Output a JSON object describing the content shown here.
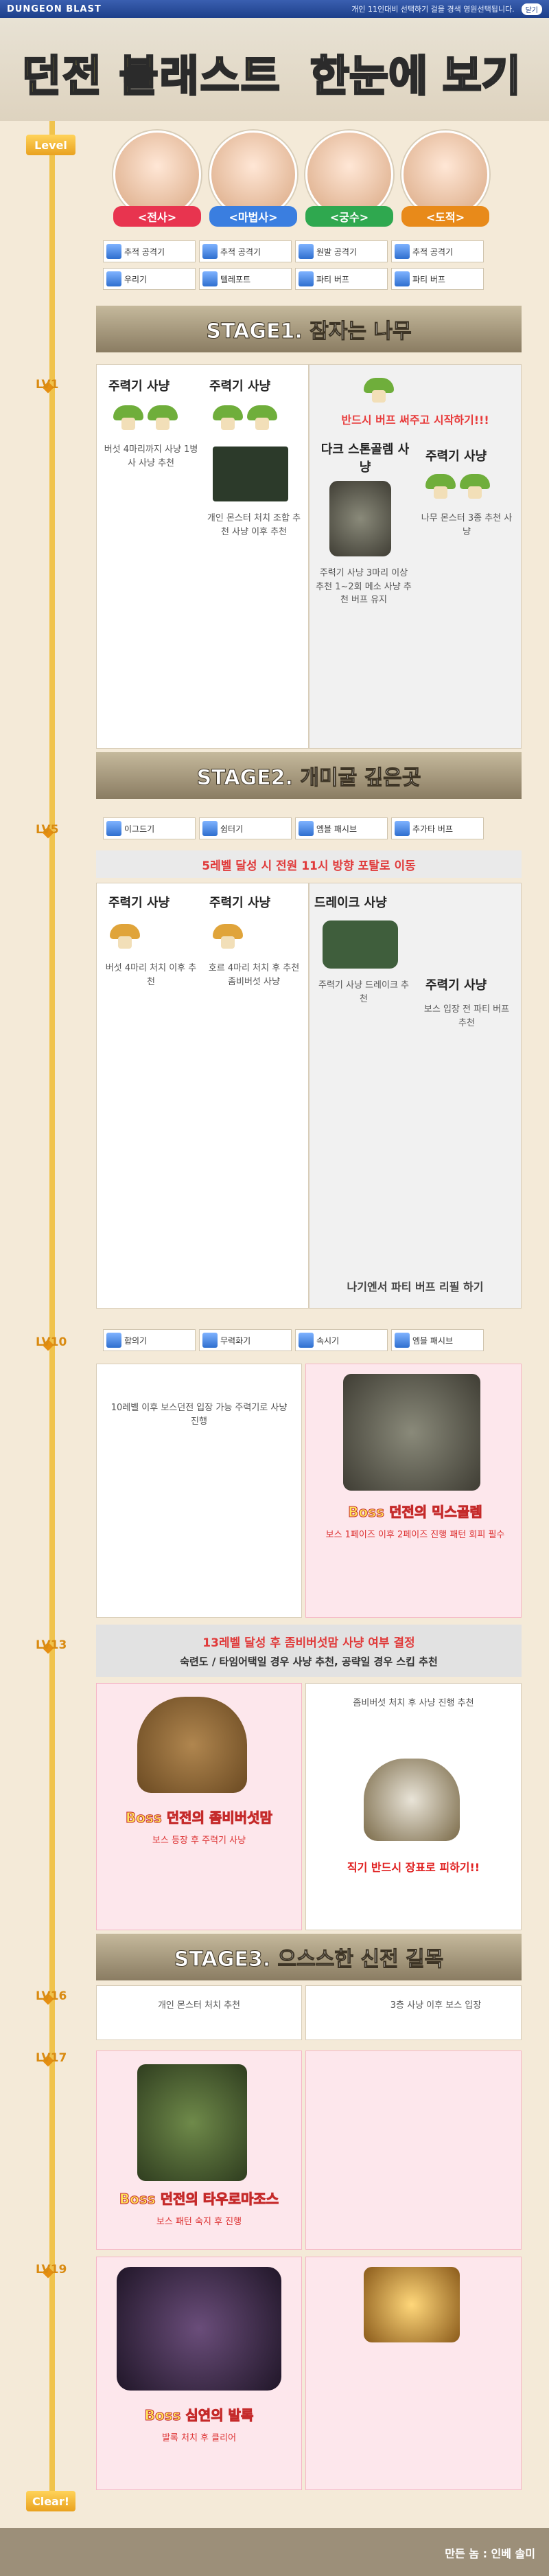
{
  "window": {
    "logo": "DUNGEON BLAST",
    "menu": "개인 11인대비 선택하기 걸을 경색 영원선택됩니다.",
    "close": "닫기"
  },
  "hero": {
    "title": "던전 블래스트",
    "subtitle": "한눈에 보기"
  },
  "labels": {
    "level": "Level",
    "clear": "Clear!"
  },
  "classes": [
    {
      "name": "<전사>",
      "color": "#e8344f",
      "skills": [
        "추적 공격기",
        "우리기"
      ]
    },
    {
      "name": "<마법사>",
      "color": "#3a7ee0",
      "skills": [
        "추적 공격기",
        "텔레포트"
      ]
    },
    {
      "name": "<궁수>",
      "color": "#2fa84f",
      "skills": [
        "원발 공격기",
        "파티 버프"
      ]
    },
    {
      "name": "<도적>",
      "color": "#e88a1a",
      "skills": [
        "추적 공격기",
        "파티 버프"
      ]
    }
  ],
  "stages": {
    "s1": "STAGE1. 잠자는 나무",
    "s2": "STAGE2. 개미굴 깊은곳",
    "s3": "STAGE3. 으스스한 신전 길목"
  },
  "levels": [
    "LV1",
    "LV5",
    "LV10",
    "LV13",
    "LV16",
    "LV17",
    "LV19"
  ],
  "lv1": {
    "c1_title": "주력기 사냥",
    "c1_text": "버섯 4마리까지 사냥 1병사 사냥 추천",
    "c2_title": "주력기 사냥",
    "c2_text": "개인 몬스터 처치 조합 추천 사냥 이후 추천",
    "c3_red": "반드시 버프 써주고 시작하기!!!",
    "c3_title": "다크 스톤골렘 사냥",
    "c3_text": "주력기 사냥 3마리 이상 추천 1~2회 메소 사냥 추천 버프 유지",
    "c4_title": "주력기 사냥",
    "c4_text": "나무 몬스터 3종 추천 사냥"
  },
  "lv5": {
    "skills": [
      "이그드기",
      "쉼터기",
      "엠블 패시브",
      "추가타 버프"
    ],
    "redbar": "5레벨 달성 시 전원 11시 방향 포탈로 이동",
    "c1_title": "주력기 사냥",
    "c1_text": "버섯 4마리 처치 이후 추천",
    "c2_title": "주력기 사냥",
    "c2_text": "호르 4마리 처치 후 추천 좀비버섯 사냥",
    "c3_title": "드레이크 사냥",
    "c3_text": "주력기 사냥 드레이크 추천",
    "c4_title": "주력기 사냥",
    "c4_text": "보스 입장 전 파티 버프 추천",
    "c4_footer": "나기엔서 파티 버프 리필 하기"
  },
  "lv10": {
    "skills": [
      "합의기",
      "무력화기",
      "속시기",
      "엠블 패시브"
    ],
    "left_text": "10레벨 이후 보스던전 입장 가능 주력기로 사냥 진행",
    "boss_name": "Boss 던전의 믹스골렘",
    "boss_text": "보스 1페이즈 이후 2페이즈 진행 패턴 회피 필수"
  },
  "lv13": {
    "redbar_line1": "13레벨 달성 후 좀비버섯맘 사냥 여부 결정",
    "redbar_line2": "숙련도 / 타임어택일 경우 사냥 추천, 공략일 경우 스킵 추천",
    "boss_name": "Boss 던전의 좀비버섯맘",
    "boss_text": "보스 등장 후 주력기 사냥",
    "right_text": "좀비버섯 처치 후 사냥 진행 추천",
    "right_red": "직기 반드시 장표로 피하기!!"
  },
  "lv16": {
    "left_text": "개인 몬스터 처치 추천",
    "right_text": "3층 사냥 이후 보스 입장"
  },
  "lv17": {
    "boss_name": "Boss 던전의 타우로마조스",
    "boss_text": "보스 패턴 숙지 후 진행"
  },
  "lv19": {
    "boss_name": "Boss 심연의 발록",
    "boss_text": "발록 처치 후 클리어"
  },
  "footer": {
    "credit": "만든 놈 : 인베 솔미"
  }
}
